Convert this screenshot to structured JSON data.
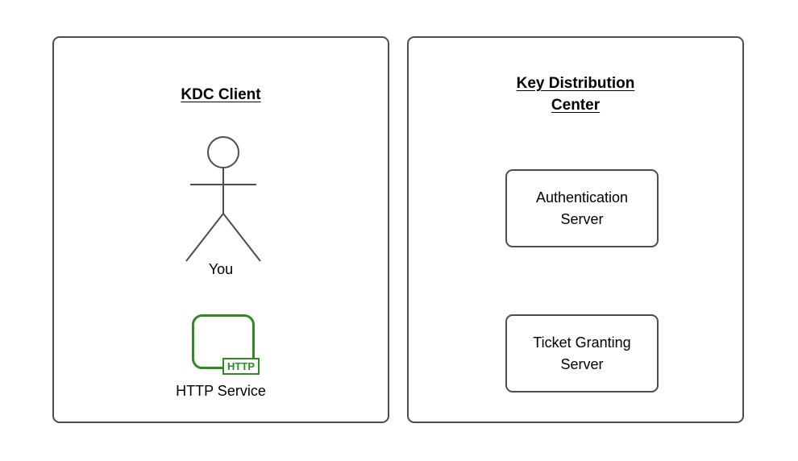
{
  "diagram": {
    "left_panel": {
      "title": "KDC Client",
      "actor_label": "You",
      "service_icon_text": "HTTP",
      "service_label": "HTTP Service"
    },
    "right_panel": {
      "title_lines": [
        "Key Distribution",
        "Center"
      ],
      "boxes": [
        {
          "lines": [
            "Authentication",
            "Server"
          ]
        },
        {
          "lines": [
            "Ticket Granting",
            "Server"
          ]
        }
      ]
    },
    "colors": {
      "outline": "#4d4d4d",
      "accent_green": "#2e8b22",
      "background": "#ffffff"
    }
  }
}
